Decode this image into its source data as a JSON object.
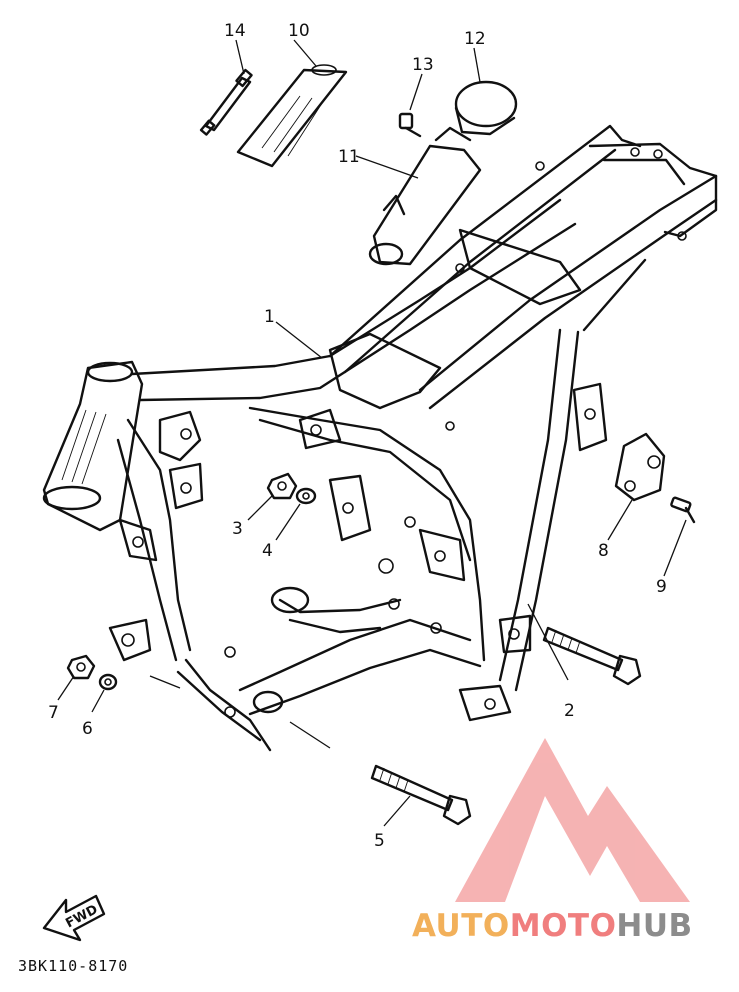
{
  "callouts": [
    {
      "id": "1",
      "label": "1"
    },
    {
      "id": "2",
      "label": "2"
    },
    {
      "id": "3",
      "label": "3"
    },
    {
      "id": "4",
      "label": "4"
    },
    {
      "id": "5",
      "label": "5"
    },
    {
      "id": "6",
      "label": "6"
    },
    {
      "id": "7",
      "label": "7"
    },
    {
      "id": "8",
      "label": "8"
    },
    {
      "id": "9",
      "label": "9"
    },
    {
      "id": "10",
      "label": "10"
    },
    {
      "id": "11",
      "label": "11"
    },
    {
      "id": "12",
      "label": "12"
    },
    {
      "id": "13",
      "label": "13"
    },
    {
      "id": "14",
      "label": "14"
    }
  ],
  "fwd_label": "FWD",
  "drawing_code": "3BK110-8170",
  "watermark": {
    "part1": "AUTO",
    "part2": "MOTO",
    "part3": "HUB",
    "colors": {
      "auto": "#f2b05a",
      "moto": "#f07e7e",
      "hub": "#8c8c8c",
      "triangle": "#f4a6a6"
    }
  }
}
